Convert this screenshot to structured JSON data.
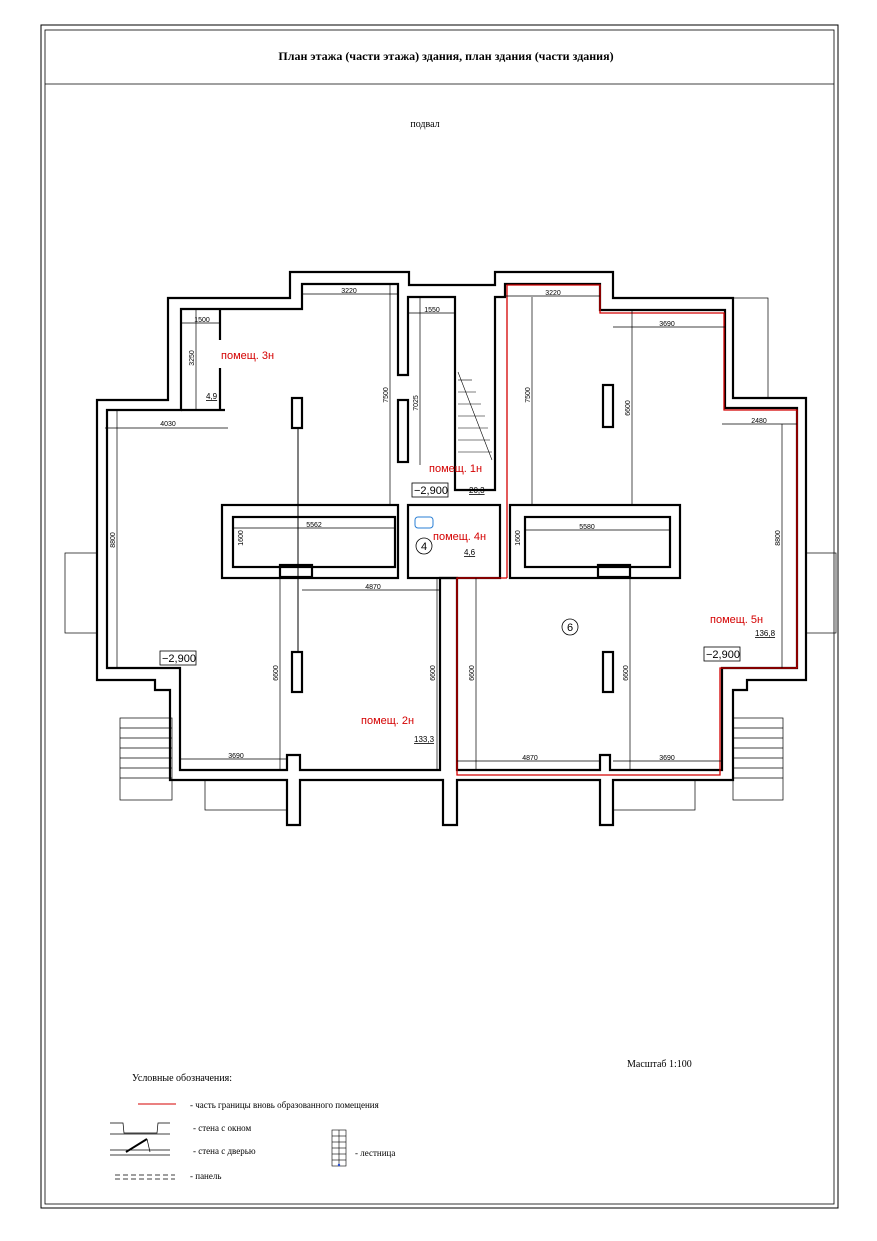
{
  "title": "План этажа (части этажа) здания, план здания (части здания)",
  "floor": "подвал",
  "rooms": [
    {
      "label": "помещ. 3н",
      "area": "4,9"
    },
    {
      "label": "помещ. 1н",
      "area": "20,3"
    },
    {
      "label": "помещ. 4н",
      "area": "4,6"
    },
    {
      "label": "помещ. 2н",
      "area": "133,3"
    },
    {
      "label": "помещ. 5н",
      "area": "136,8"
    }
  ],
  "markers": [
    "4",
    "6"
  ],
  "levels": [
    "−2,900",
    "−2,900",
    "−2,900"
  ],
  "dimensions": [
    "3220",
    "1500",
    "3250",
    "4030",
    "1550",
    "7500",
    "7025",
    "3220",
    "3690",
    "7500",
    "6600",
    "2480",
    "8800",
    "5562",
    "1600",
    "5580",
    "1600",
    "8800",
    "4870",
    "6600",
    "6600",
    "6600",
    "6600",
    "3690",
    "4870",
    "3690"
  ],
  "scale": "Масштаб 1:100",
  "legend": {
    "title": "Условные обозначения:",
    "boundary": "- часть границы вновь образованного помещения",
    "window": "- стена с окном",
    "door": "- стена с дверью",
    "panel": "- панель",
    "stairs": "- лестница"
  },
  "colors": {
    "boundary": "#d40000",
    "sink": "#2a7fd4"
  }
}
